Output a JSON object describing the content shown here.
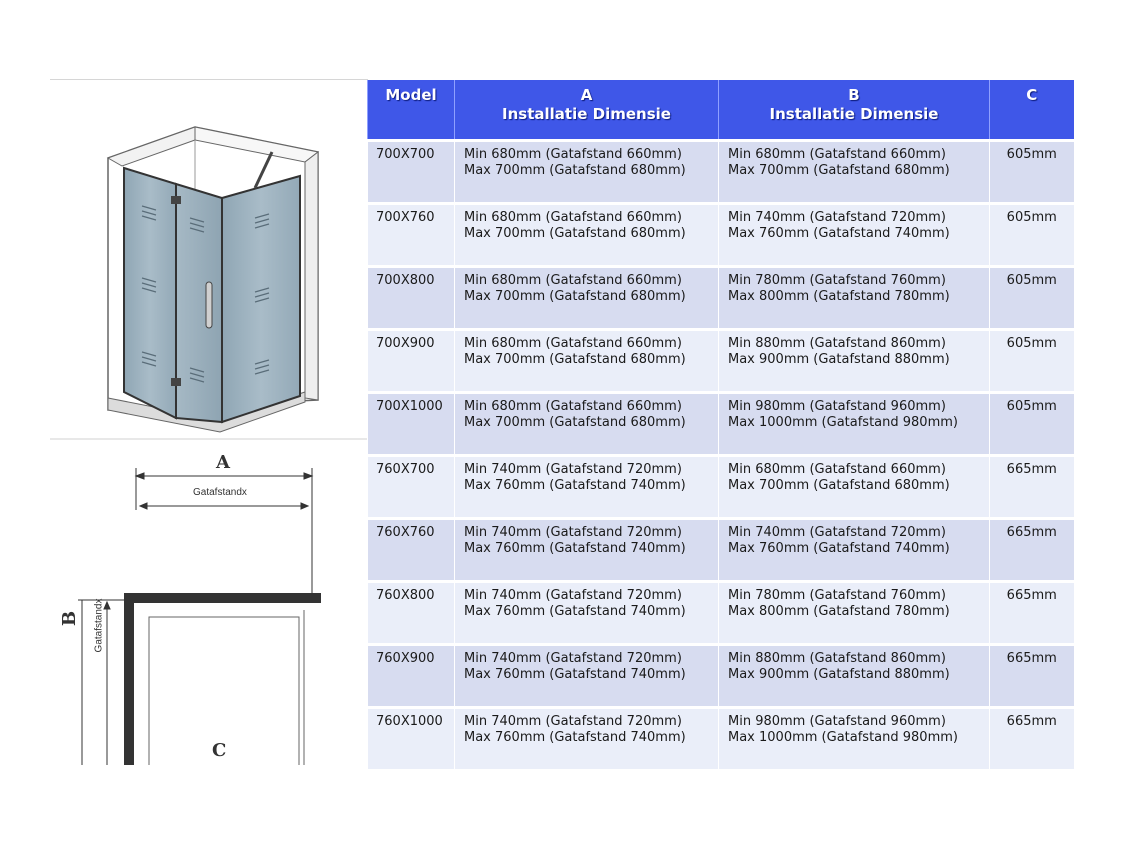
{
  "diagram": {
    "label_a": "A",
    "label_b": "B",
    "label_c": "C",
    "gap_label_h": "Gatafstandx",
    "gap_label_v": "Gatafstandx"
  },
  "table": {
    "headers": [
      {
        "line1": "Model",
        "line2": ""
      },
      {
        "line1": "A",
        "line2": "Installatie Dimensie"
      },
      {
        "line1": "B",
        "line2": "Installatie Dimensie"
      },
      {
        "line1": "C",
        "line2": ""
      }
    ],
    "rows": [
      {
        "model": "700X700",
        "a_min": "Min 680mm (Gatafstand 660mm)",
        "a_max": "Max 700mm (Gatafstand 680mm)",
        "b_min": "Min 680mm (Gatafstand 660mm)",
        "b_max": "Max 700mm (Gatafstand 680mm)",
        "c": "605mm"
      },
      {
        "model": "700X760",
        "a_min": "Min 680mm (Gatafstand 660mm)",
        "a_max": "Max 700mm (Gatafstand 680mm)",
        "b_min": "Min 740mm (Gatafstand 720mm)",
        "b_max": "Max 760mm (Gatafstand 740mm)",
        "c": "605mm"
      },
      {
        "model": "700X800",
        "a_min": "Min 680mm (Gatafstand 660mm)",
        "a_max": "Max 700mm (Gatafstand 680mm)",
        "b_min": "Min 780mm (Gatafstand 760mm)",
        "b_max": "Max 800mm (Gatafstand 780mm)",
        "c": "605mm"
      },
      {
        "model": "700X900",
        "a_min": "Min 680mm (Gatafstand 660mm)",
        "a_max": "Max 700mm (Gatafstand 680mm)",
        "b_min": "Min 880mm (Gatafstand 860mm)",
        "b_max": "Max 900mm (Gatafstand 880mm)",
        "c": "605mm"
      },
      {
        "model": "700X1000",
        "a_min": "Min 680mm (Gatafstand 660mm)",
        "a_max": "Max 700mm (Gatafstand 680mm)",
        "b_min": "Min 980mm (Gatafstand 960mm)",
        "b_max": "Max 1000mm (Gatafstand 980mm)",
        "c": "605mm"
      },
      {
        "model": "760X700",
        "a_min": "Min 740mm (Gatafstand 720mm)",
        "a_max": "Max 760mm (Gatafstand 740mm)",
        "b_min": "Min 680mm (Gatafstand 660mm)",
        "b_max": "Max 700mm (Gatafstand 680mm)",
        "c": "665mm"
      },
      {
        "model": "760X760",
        "a_min": "Min 740mm (Gatafstand 720mm)",
        "a_max": "Max 760mm (Gatafstand 740mm)",
        "b_min": "Min 740mm (Gatafstand 720mm)",
        "b_max": "Max 760mm (Gatafstand 740mm)",
        "c": "665mm"
      },
      {
        "model": "760X800",
        "a_min": "Min 740mm (Gatafstand 720mm)",
        "a_max": "Max 760mm (Gatafstand 740mm)",
        "b_min": "Min 780mm (Gatafstand 760mm)",
        "b_max": "Max 800mm (Gatafstand 780mm)",
        "c": "665mm"
      },
      {
        "model": "760X900",
        "a_min": "Min 740mm (Gatafstand 720mm)",
        "a_max": "Max 760mm (Gatafstand 740mm)",
        "b_min": "Min 880mm (Gatafstand 860mm)",
        "b_max": "Max 900mm (Gatafstand 880mm)",
        "c": "665mm"
      },
      {
        "model": "760X1000",
        "a_min": "Min 740mm (Gatafstand 720mm)",
        "a_max": "Max 760mm (Gatafstand 740mm)",
        "b_min": "Min 980mm (Gatafstand 960mm)",
        "b_max": "Max 1000mm (Gatafstand 980mm)",
        "c": "665mm"
      }
    ]
  }
}
